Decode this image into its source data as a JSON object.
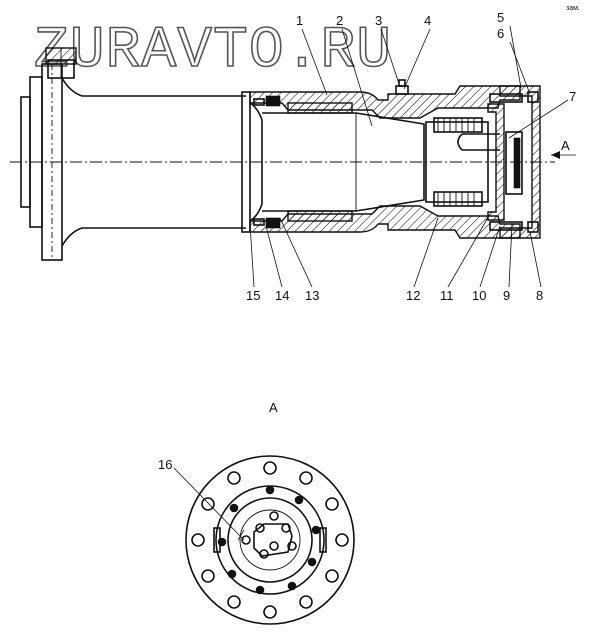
{
  "watermark": "ZURAVTO.RU",
  "view_label": "A",
  "arrow_label": "A",
  "callouts_top": [
    "1",
    "2",
    "3",
    "4",
    "5",
    "6",
    "7"
  ],
  "callouts_bottom": [
    "15",
    "14",
    "13",
    "12",
    "11",
    "10",
    "9",
    "8"
  ],
  "callout_view": "16",
  "corner_mark": "зам.",
  "colors": {
    "line": "#111111",
    "hatch": "#111111",
    "watermark": "#555555"
  }
}
